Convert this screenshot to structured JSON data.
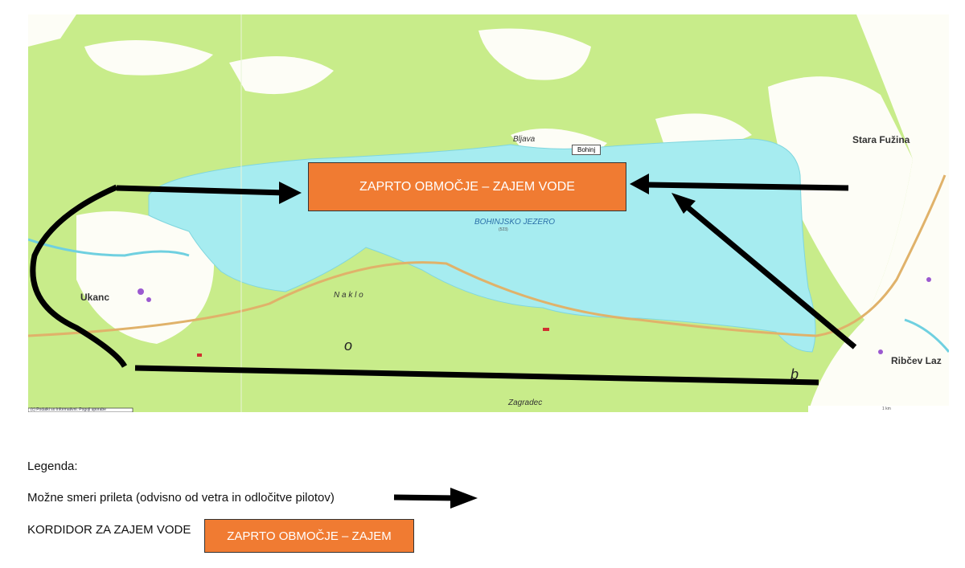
{
  "map": {
    "closed_zone_label": "ZAPRTO OBMOČJE – ZAJEM VODE",
    "places": {
      "bljava": "Bljava",
      "bohinj": "Bohinj",
      "lake": "BOHINJSKO  JEZERO",
      "lake_elev": "(523)",
      "naklo": "N a k l o",
      "ukanc": "Ukanc",
      "stara_fuzina": "Stara Fužina",
      "ribcev_laz": "Ribčev Laz",
      "zagradec": "Zagradec",
      "o": "o",
      "b": "b"
    },
    "attribution": "(c) Podatki so informativni. Pogoji uporabe",
    "scale": "1 km",
    "colors": {
      "forest": "#c8ec8a",
      "lake": "#a6ecf0",
      "open": "#ffffff",
      "zone": "#f07b32",
      "arrow": "#000000"
    }
  },
  "legend": {
    "title": "Legenda:",
    "arrow_desc": "Možne smeri prileta (odvisno od vetra in odločitve pilotov)",
    "corridor_desc": "KORDIDOR ZA ZAJEM VODE",
    "corridor_box": "ZAPRTO OBMOČJE – ZAJEM"
  }
}
